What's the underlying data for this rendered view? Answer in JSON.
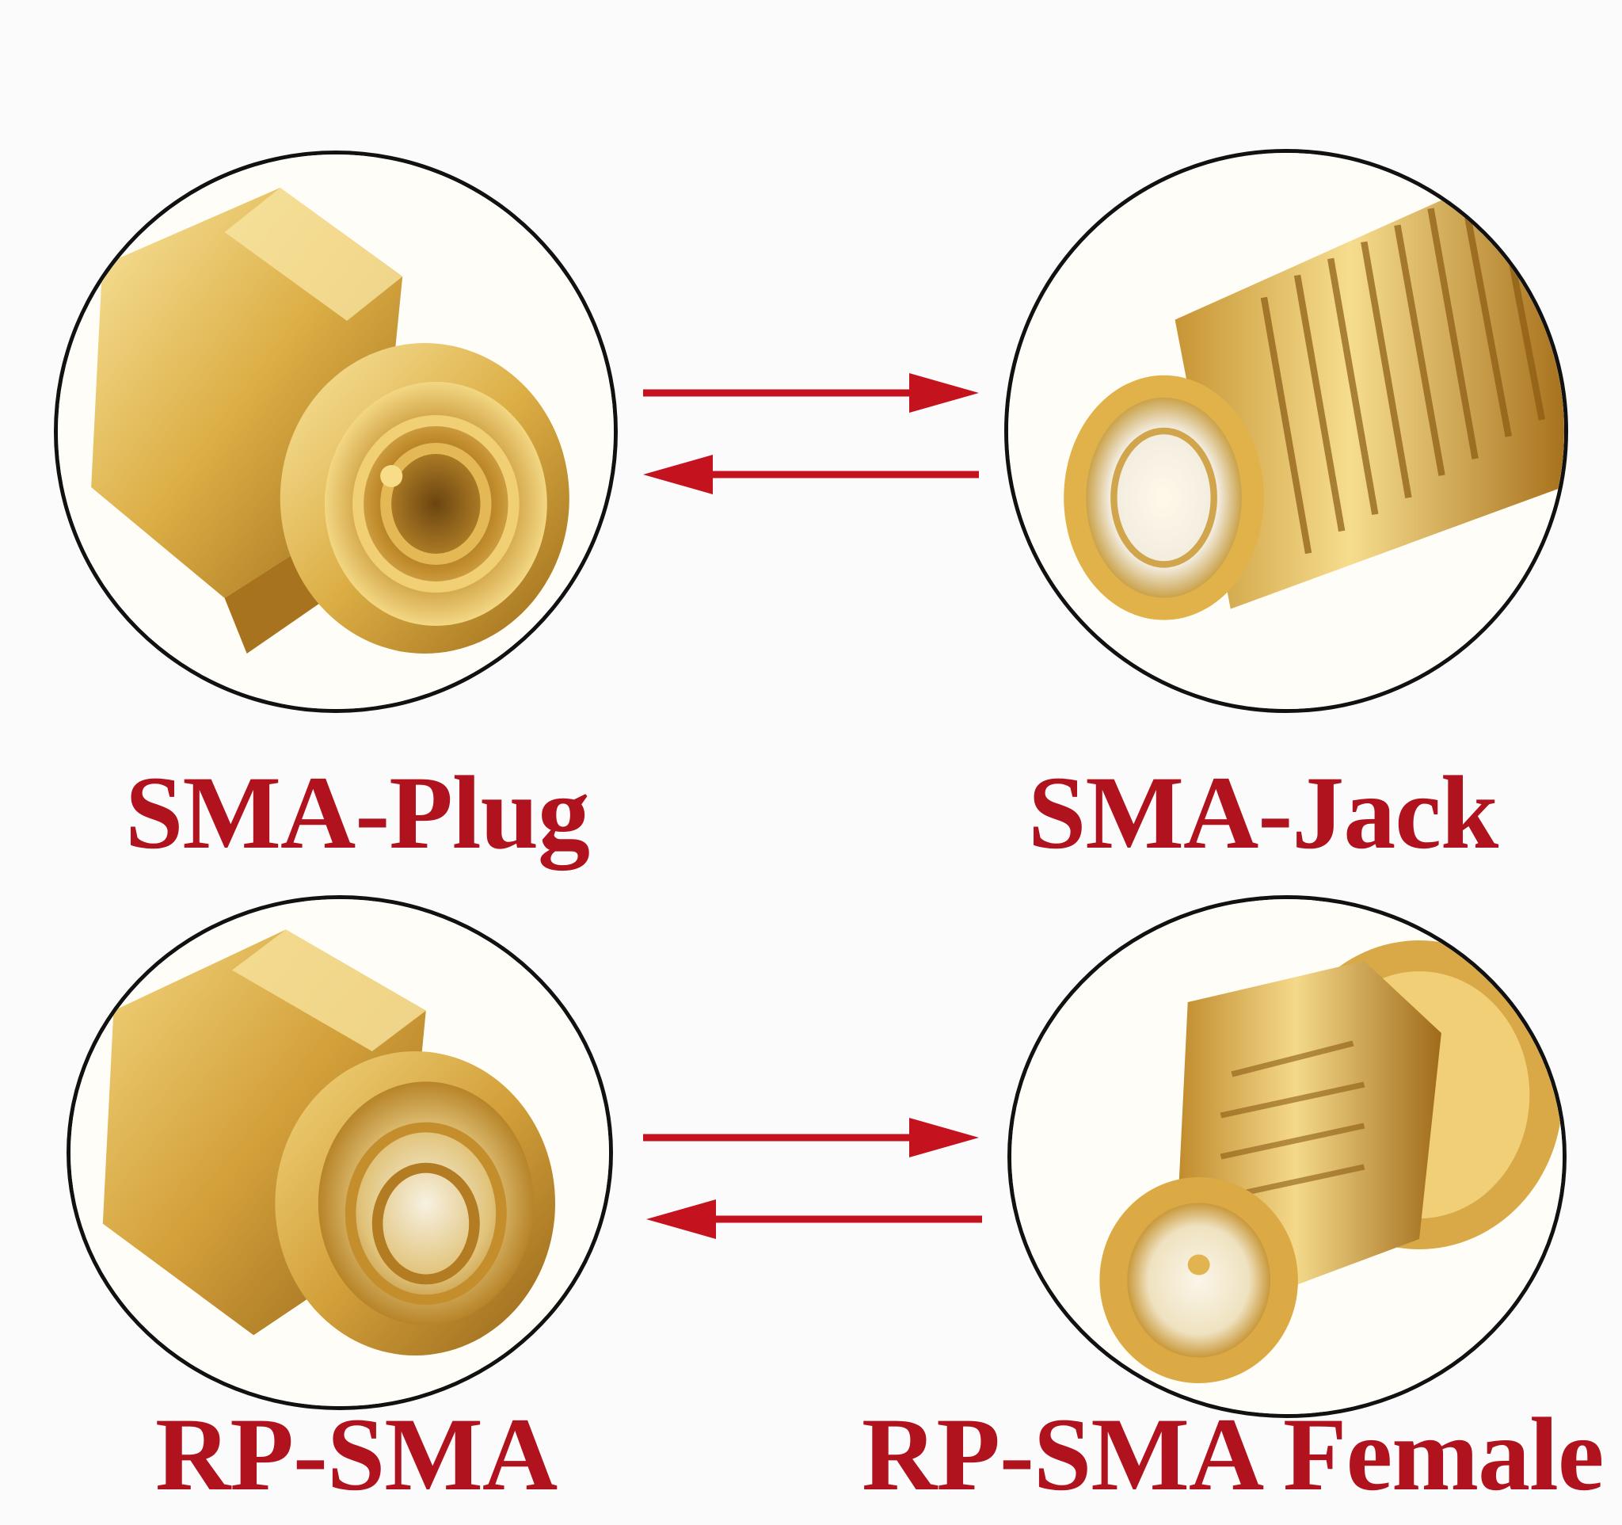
{
  "labels": {
    "sma_plug": "SMA-Plug",
    "sma_jack": "SMA-Jack",
    "rp_sma": "RP-SMA",
    "rp_sma_female": "RP-SMA Female"
  },
  "colors": {
    "label_red": "#b0121e",
    "arrow_red": "#c4121f",
    "gold_light": "#f7df8e",
    "gold_mid": "#d9a93e",
    "gold_dark": "#8a5a12",
    "circle_outline": "#111111"
  },
  "icons": [
    "connector-pair-arrows-icon"
  ]
}
